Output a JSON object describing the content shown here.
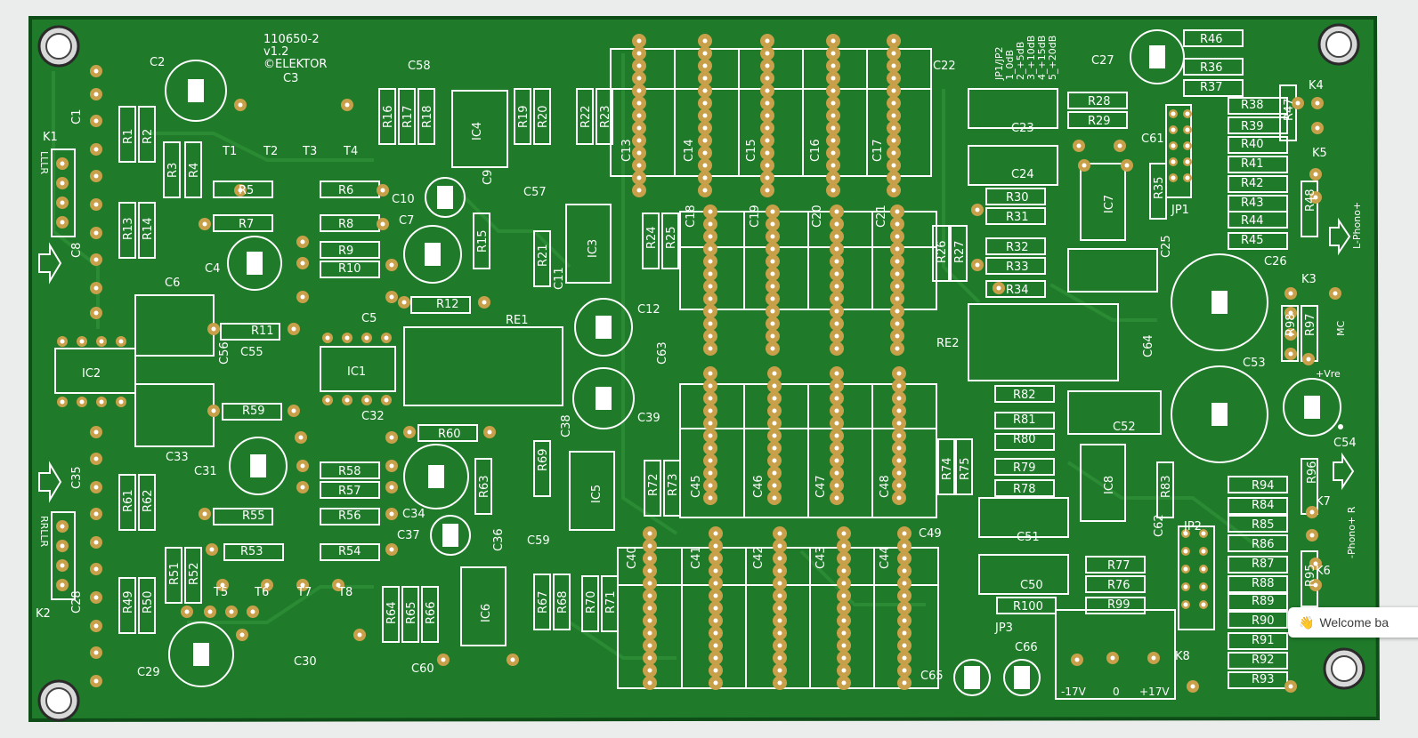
{
  "board": {
    "id_line1": "110650-2",
    "id_line2": "v1.2",
    "id_line3": "©ELEKTOR",
    "colors": {
      "pcb": "#1f7a2a",
      "pad": "#c8a04a",
      "silk": "#ffffff",
      "edge": "#0f4d18",
      "background": "#ebecec"
    },
    "jumper_legend": [
      "JP1/JP2",
      "1_0dB",
      "2_+5dB",
      "3_+10dB",
      "4_+15dB",
      "5_+20dB"
    ],
    "power_labels": [
      "-17V",
      "0",
      "+17V"
    ],
    "conn_labels": {
      "phono_l": "L-Phono+",
      "phono_r": "-Phono+ R",
      "mc": "MC",
      "vre": "+Vre",
      "k1_side": "LLLR",
      "k2_side": "RRLLR"
    },
    "components": [
      "C1",
      "C2",
      "C3",
      "C4",
      "C5",
      "C6",
      "C7",
      "C8",
      "C9",
      "C10",
      "C11",
      "C12",
      "C13",
      "C14",
      "C15",
      "C16",
      "C17",
      "C18",
      "C19",
      "C20",
      "C21",
      "C22",
      "C23",
      "C24",
      "C25",
      "C26",
      "C27",
      "C28",
      "C29",
      "C30",
      "C31",
      "C32",
      "C33",
      "C34",
      "C35",
      "C36",
      "C37",
      "C38",
      "C39",
      "C40",
      "C41",
      "C42",
      "C43",
      "C44",
      "C45",
      "C46",
      "C47",
      "C48",
      "C49",
      "C50",
      "C51",
      "C52",
      "C53",
      "C54",
      "C55",
      "C56",
      "C57",
      "C58",
      "C59",
      "C60",
      "C61",
      "C62",
      "C63",
      "C64",
      "C65",
      "C66",
      "R1",
      "R2",
      "R3",
      "R4",
      "R5",
      "R6",
      "R7",
      "R8",
      "R9",
      "R10",
      "R11",
      "R12",
      "R13",
      "R14",
      "R15",
      "R16",
      "R17",
      "R18",
      "R19",
      "R20",
      "R21",
      "R22",
      "R23",
      "R24",
      "R25",
      "R26",
      "R27",
      "R28",
      "R29",
      "R30",
      "R31",
      "R32",
      "R33",
      "R34",
      "R35",
      "R36",
      "R37",
      "R38",
      "R39",
      "R40",
      "R41",
      "R42",
      "R43",
      "R44",
      "R45",
      "R46",
      "R47",
      "R48",
      "R49",
      "R50",
      "R51",
      "R52",
      "R53",
      "R54",
      "R55",
      "R56",
      "R57",
      "R58",
      "R59",
      "R60",
      "R61",
      "R62",
      "R63",
      "R64",
      "R65",
      "R66",
      "R67",
      "R68",
      "R69",
      "R70",
      "R71",
      "R72",
      "R73",
      "R74",
      "R75",
      "R76",
      "R77",
      "R78",
      "R79",
      "R80",
      "R81",
      "R82",
      "R83",
      "R84",
      "R85",
      "R86",
      "R87",
      "R88",
      "R89",
      "R90",
      "R91",
      "R92",
      "R93",
      "R94",
      "R95",
      "R96",
      "R97",
      "R98",
      "R99",
      "R100",
      "IC1",
      "IC2",
      "IC3",
      "IC4",
      "IC5",
      "IC6",
      "IC7",
      "IC8",
      "T1",
      "T2",
      "T3",
      "T4",
      "T5",
      "T6",
      "T7",
      "T8",
      "RE1",
      "RE2",
      "K1",
      "K2",
      "K3",
      "K4",
      "K5",
      "K6",
      "K7",
      "K8",
      "JP1",
      "JP2",
      "JP3"
    ]
  },
  "notification": {
    "icon": "waving-hand-icon",
    "text": "Welcome ba"
  }
}
